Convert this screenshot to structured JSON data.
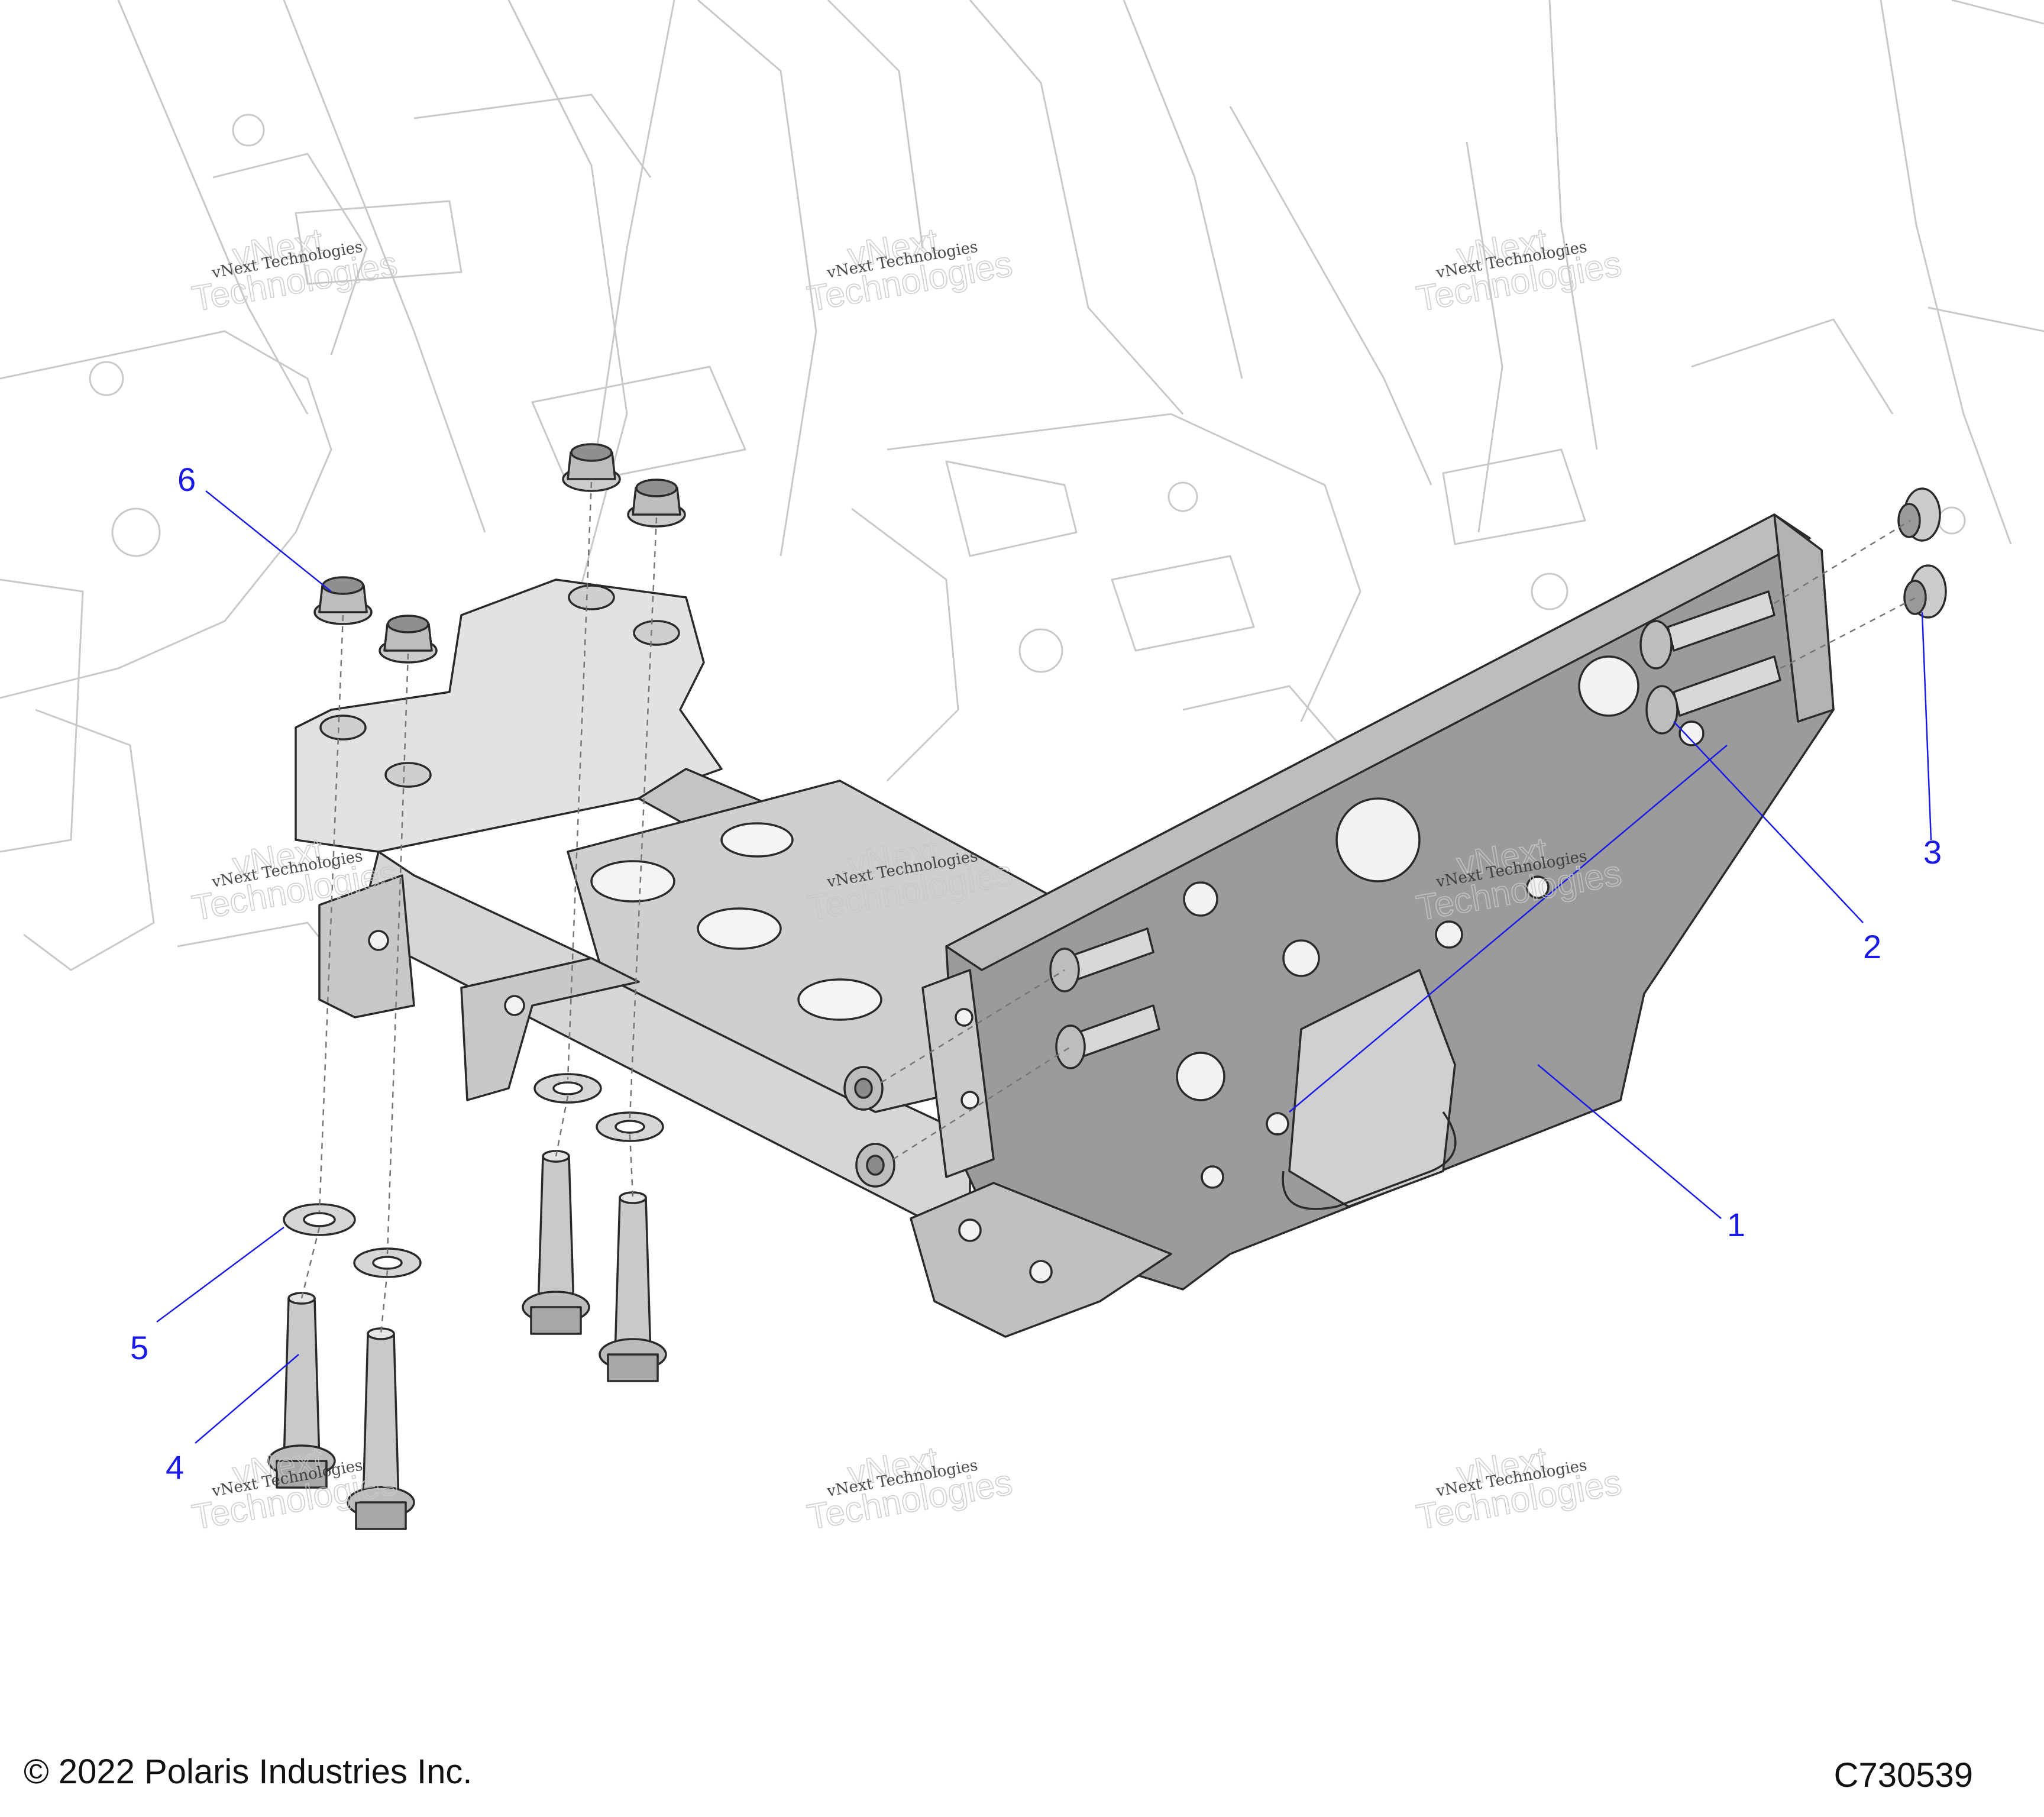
{
  "callouts": [
    {
      "id": "1",
      "label": "1"
    },
    {
      "id": "2",
      "label": "2"
    },
    {
      "id": "3",
      "label": "3"
    },
    {
      "id": "4",
      "label": "4"
    },
    {
      "id": "5",
      "label": "5"
    },
    {
      "id": "6",
      "label": "6"
    }
  ],
  "footer": {
    "copyright": "© 2022 Polaris Industries Inc.",
    "code": "C730539"
  },
  "watermark": {
    "line1": "vNext Technologies",
    "line2": "Technologies",
    "line3": "vNext"
  },
  "colors": {
    "callout": "#1a1ae6",
    "part_fill_dark": "#9a9a9a",
    "part_fill_mid": "#bdbdbd",
    "part_fill_light": "#e0e0e0",
    "frame_line": "#c9c9c9"
  }
}
